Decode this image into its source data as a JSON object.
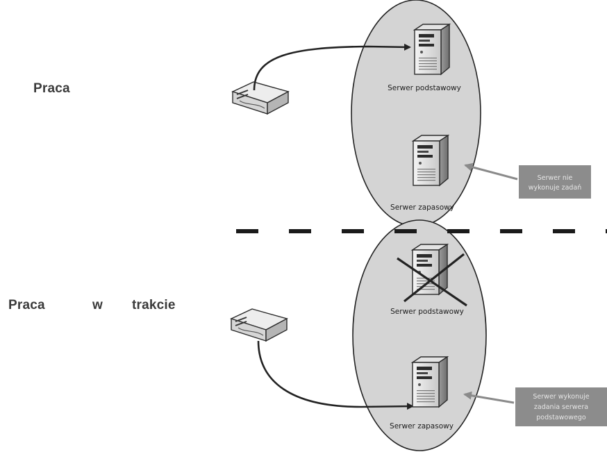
{
  "labels": {
    "top": "Praca",
    "bottom_word1": "Praca",
    "bottom_word2": "w",
    "bottom_word3": "trakcie"
  },
  "servers": {
    "primary": "Serwer podstawowy",
    "backup": "Serwer zapasowy",
    "primary_failed": "Serwer podstawowy",
    "backup_active": "Serwer zapasowy"
  },
  "notes": {
    "idle_line1": "Serwer nie",
    "idle_line2": "wykonuje zadań",
    "active_line1": "Serwer wykonuje",
    "active_line2": "zadania serwera",
    "active_line3": "podstawowego"
  },
  "colors": {
    "cluster_fill": "#d4d4d4",
    "note_fill": "#8c8c8c",
    "arrow": "#222222"
  }
}
